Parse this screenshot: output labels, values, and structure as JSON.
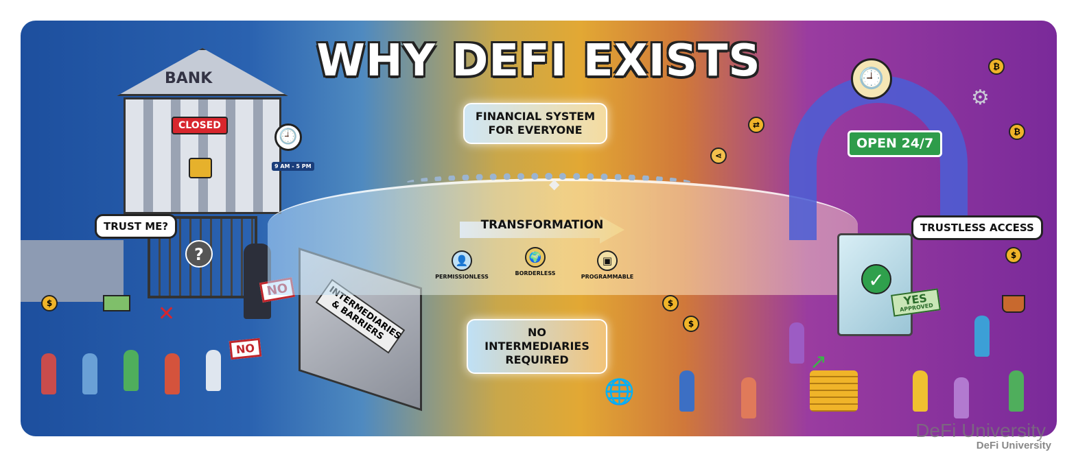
{
  "title": "WHY DEFI EXISTS",
  "bank": {
    "sign": "BANK",
    "closed": "CLOSED",
    "hours": "9 AM - 5 PM",
    "trust_bubble": "TRUST ME?",
    "no_sign_banker": "NO",
    "no_sign_customer": "NO"
  },
  "barrier": {
    "label": "INTERMEDIARIES & BARRIERS"
  },
  "center": {
    "top_box": "FINANCIAL SYSTEM FOR EVERYONE",
    "arrow": "TRANSFORMATION",
    "features": [
      "PERMISSIONLESS",
      "BORDERLESS",
      "PROGRAMMABLE"
    ],
    "bottom_box": "NO INTERMEDIARIES REQUIRED"
  },
  "defi": {
    "open_sign": "OPEN 24/7",
    "trustless_bubble": "TRUSTLESS ACCESS",
    "stamp_main": "YES",
    "stamp_sub": "APPROVED"
  },
  "watermark": {
    "large": "DeFi University",
    "small": "DeFi University"
  }
}
